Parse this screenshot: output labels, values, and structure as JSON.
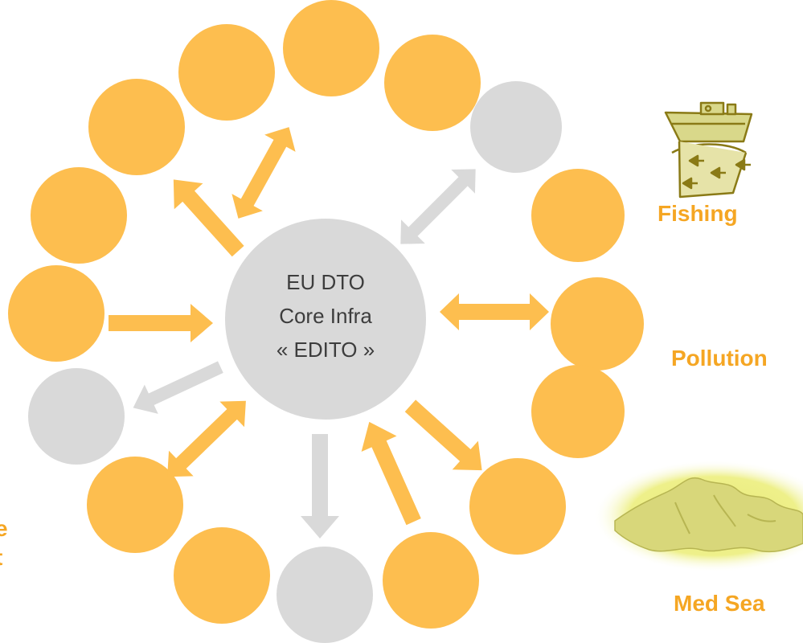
{
  "core": {
    "line1": "EU DTO",
    "line2": "Core Infra",
    "line3": "« EDITO »",
    "fill": "#d9d9d9",
    "text_color": "#3d3d3d"
  },
  "colors": {
    "orange": "#fdbe4f",
    "grey": "#d9d9d9",
    "label": "#f5a623"
  },
  "side_labels": {
    "fishing": "Fishing",
    "pollution": "Pollution",
    "med_sea": "Med Sea"
  },
  "cutoff_text": {
    "line1": "e",
    "line2": "t"
  },
  "icons": {
    "fishing": "fishing-boat-icon",
    "med_sea": "mediterranean-map-icon"
  }
}
